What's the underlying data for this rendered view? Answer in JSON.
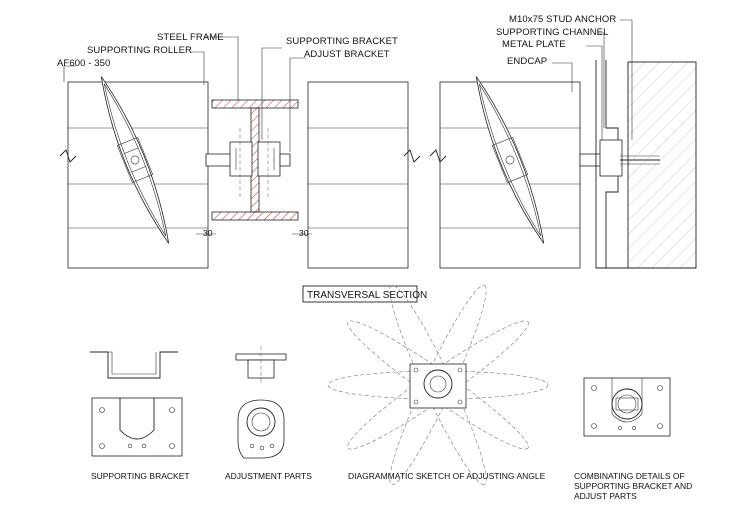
{
  "labels": {
    "steel_frame": "STEEL FRAME",
    "supporting_bracket": "SUPPORTING BRACKET",
    "supporting_roller": "SUPPORTING ROLLER",
    "adjust_bracket": "ADJUST BRACKET",
    "model": "AF600 - 350",
    "stud_anchor": "M10x75 STUD ANCHOR",
    "supporting_channel": "SUPPORTING CHANNEL",
    "metal_plate": "METAL PLATE",
    "endcap": "ENDCAP",
    "dim_left": "30",
    "dim_right": "30"
  },
  "section_title": "TRANSVERSAL SECTION",
  "captions": {
    "supporting_bracket": "SUPPORTING BRACKET",
    "adjustment_parts": "ADJUSTMENT PARTS",
    "diagram_angle": "DIAGRAMMATIC SKETCH OF ADJUSTING ANGLE",
    "combined_line1": "COMBINATING DETAILS OF",
    "combined_line2": "SUPPORTING BRACKET AND",
    "combined_line3": "ADJUST PARTS"
  },
  "colors": {
    "line": "#222222",
    "hatch": "#c0392b"
  }
}
